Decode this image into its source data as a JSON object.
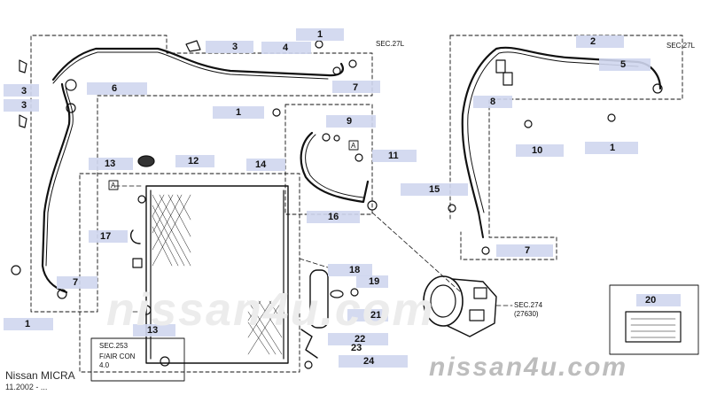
{
  "callouts": [
    {
      "id": "c3a",
      "num": "3"
    },
    {
      "id": "c4",
      "num": "4"
    },
    {
      "id": "c1a",
      "num": "1"
    },
    {
      "id": "c7a",
      "num": "7"
    },
    {
      "id": "c6",
      "num": "6"
    },
    {
      "id": "c3b",
      "num": "3"
    },
    {
      "id": "c3c",
      "num": "3"
    },
    {
      "id": "c2",
      "num": "2"
    },
    {
      "id": "c5",
      "num": "5"
    },
    {
      "id": "c8",
      "num": "8"
    },
    {
      "id": "c10",
      "num": "10"
    },
    {
      "id": "c1b",
      "num": "1"
    },
    {
      "id": "c1c",
      "num": "1"
    },
    {
      "id": "c9",
      "num": "9"
    },
    {
      "id": "c11",
      "num": "11"
    },
    {
      "id": "c14",
      "num": "14"
    },
    {
      "id": "c13a",
      "num": "13"
    },
    {
      "id": "c12",
      "num": "12"
    },
    {
      "id": "c15",
      "num": "15"
    },
    {
      "id": "c16",
      "num": "16"
    },
    {
      "id": "c17",
      "num": "17"
    },
    {
      "id": "c7b",
      "num": "7"
    },
    {
      "id": "c7c",
      "num": "7"
    },
    {
      "id": "c1d",
      "num": "1"
    },
    {
      "id": "c13b",
      "num": "13"
    },
    {
      "id": "c18",
      "num": "18"
    },
    {
      "id": "c19",
      "num": "19"
    },
    {
      "id": "c21",
      "num": "21"
    },
    {
      "id": "c22",
      "num": "22"
    },
    {
      "id": "c23",
      "num": "23"
    },
    {
      "id": "c24",
      "num": "24"
    },
    {
      "id": "c20",
      "num": "20"
    }
  ],
  "labels": {
    "sec_270_left": "SEC.27L",
    "sec_270_right": "SEC.27L",
    "sec_274": "SEC.274",
    "sec_274_code": "(27630)",
    "sec_253": "SEC.253",
    "air_con_tag": "F/AIR CON\n4.0",
    "ref_a": "A"
  },
  "watermark": {
    "brand_line": "Nissan MICRA",
    "date_line": "11.2002 - ...",
    "site_big": "nissan4u.com",
    "site_faint": "nissan4u.com"
  }
}
